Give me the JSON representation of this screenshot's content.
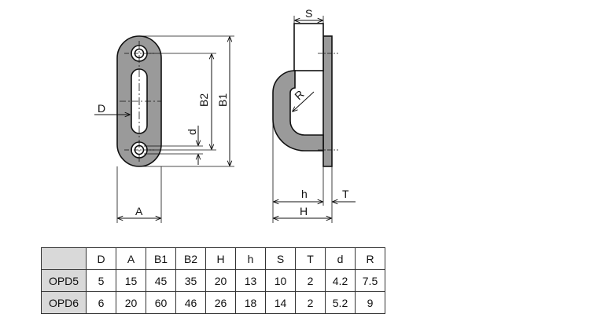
{
  "drawing": {
    "front_labels": {
      "D": "D",
      "A": "A",
      "B1": "B1",
      "B2": "B2",
      "d": "d"
    },
    "side_labels": {
      "S": "S",
      "R": "R",
      "h": "h",
      "T": "T",
      "H": "H"
    }
  },
  "table": {
    "columns": [
      "D",
      "A",
      "B1",
      "B2",
      "H",
      "h",
      "S",
      "T",
      "d",
      "R"
    ],
    "rows": [
      {
        "model": "OPD5",
        "values": [
          "5",
          "15",
          "45",
          "35",
          "20",
          "13",
          "10",
          "2",
          "4.2",
          "7.5"
        ]
      },
      {
        "model": "OPD6",
        "values": [
          "6",
          "20",
          "60",
          "46",
          "26",
          "18",
          "14",
          "2",
          "5.2",
          "9"
        ]
      }
    ]
  },
  "colors": {
    "part_fill": "#9a9a9a",
    "line": "#111111",
    "header_fill": "#d9d9d9"
  }
}
